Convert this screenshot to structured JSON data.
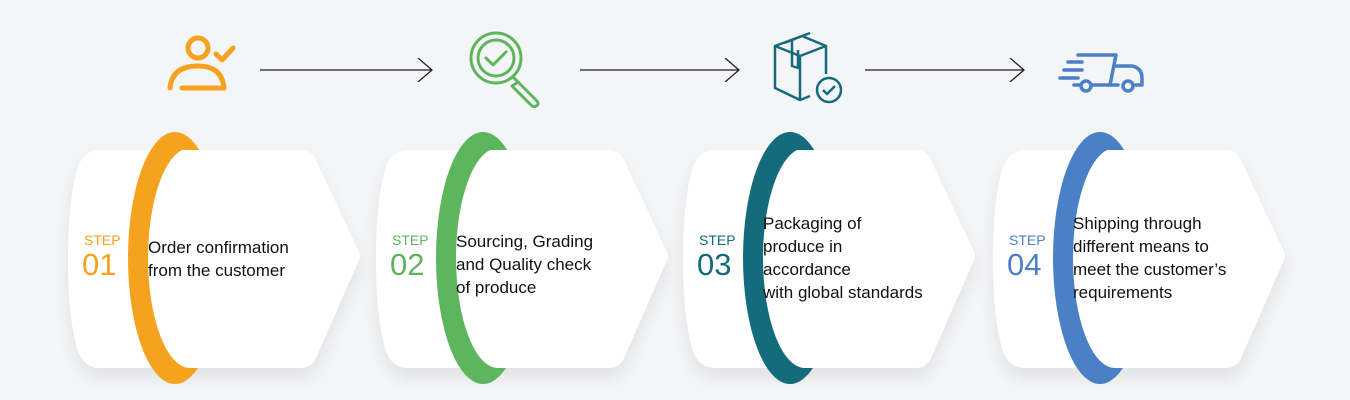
{
  "colors": [
    "#f5a31f",
    "#5db65e",
    "#146b7b",
    "#4a80c5"
  ],
  "steps": [
    {
      "step_label": "STEP",
      "number": "01",
      "lines": [
        "Order confirmation",
        "from the customer"
      ],
      "icon": "user-check-icon"
    },
    {
      "step_label": "STEP",
      "number": "02",
      "lines": [
        "Sourcing, Grading",
        "and Quality check",
        "of produce"
      ],
      "icon": "magnifier-check-icon"
    },
    {
      "step_label": "STEP",
      "number": "03",
      "lines": [
        "Packaging of",
        "produce in",
        "accordance",
        "with global standards"
      ],
      "icon": "package-check-icon"
    },
    {
      "step_label": "STEP",
      "number": "04",
      "lines": [
        "Shipping through",
        "different means to",
        "meet the customer’s",
        "requirements"
      ],
      "icon": "delivery-truck-icon"
    }
  ]
}
